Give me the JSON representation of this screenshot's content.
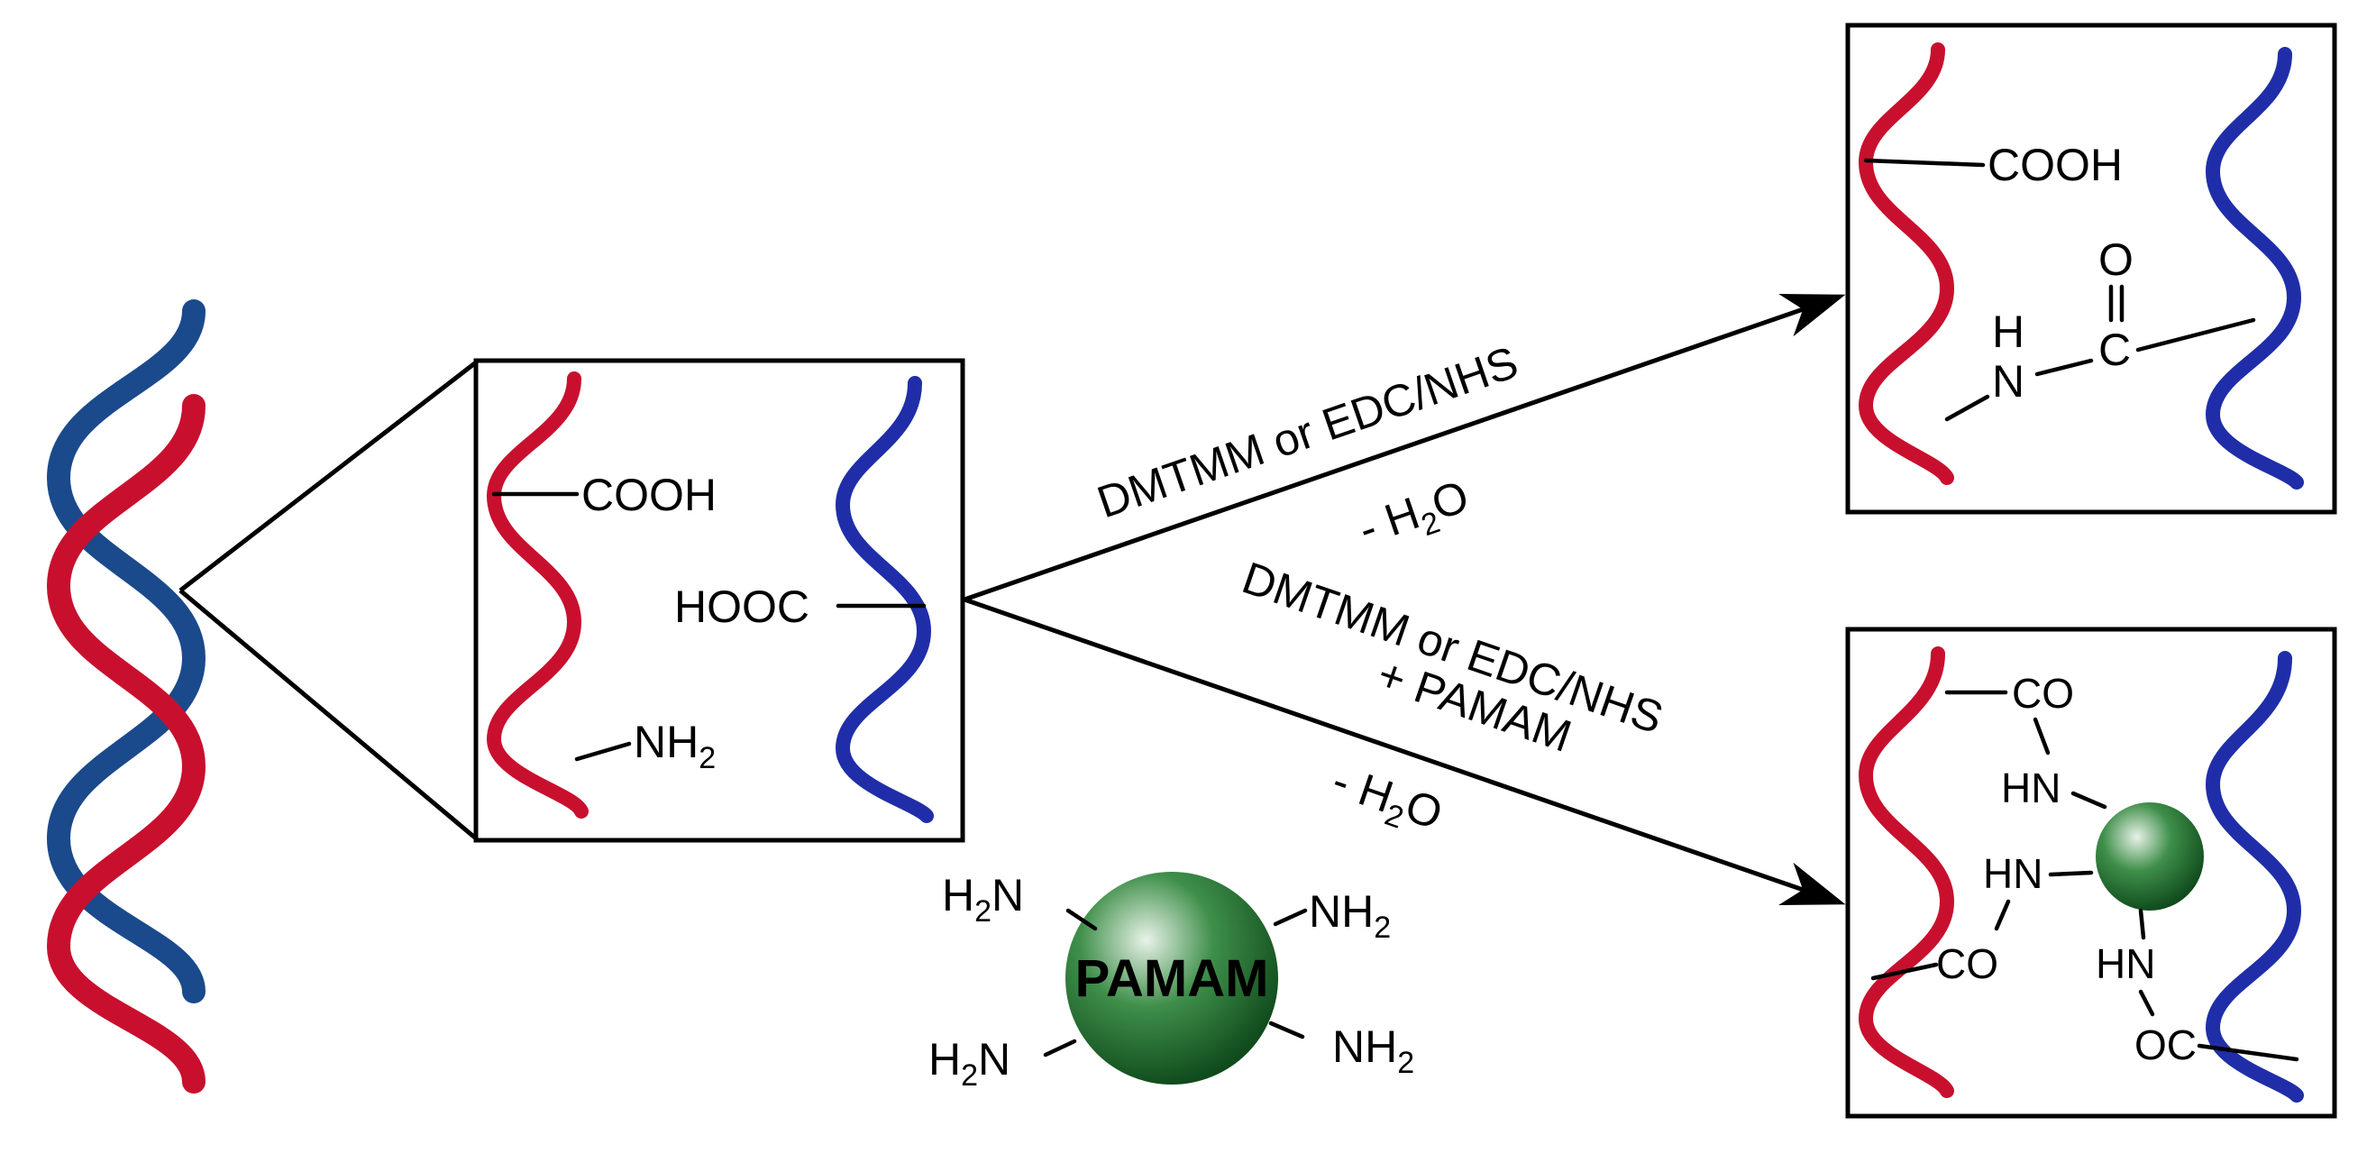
{
  "colors": {
    "strand_red": "#c8102e",
    "strand_red_dark": "#8a0c22",
    "strand_blue": "#1f2ea8",
    "strand_blue_dark": "#0d1873",
    "strand_navy": "#1a4a8c",
    "sphere_light": "#e8f2e8",
    "sphere_mid": "#3f8f4a",
    "sphere_dark": "#0f4a1c"
  },
  "groups": {
    "cooh": "COOH",
    "hooc": "HOOC",
    "nh2": "NH",
    "sub2": "2",
    "h2n": "H",
    "n": "N",
    "h": "H",
    "o": "O",
    "c": "C",
    "co": "CO",
    "oc": "OC",
    "hn": "HN"
  },
  "conditions": {
    "upper_reagent": "DMTMM or EDC/NHS",
    "upper_byproduct_prefix": "- H",
    "upper_byproduct_suffix": "O",
    "lower_reagent": "DMTMM or EDC/NHS",
    "lower_additive": "+ PAMAM",
    "lower_byproduct_prefix": "- H",
    "lower_byproduct_suffix": "O"
  },
  "pamam": {
    "label": "PAMAM"
  }
}
